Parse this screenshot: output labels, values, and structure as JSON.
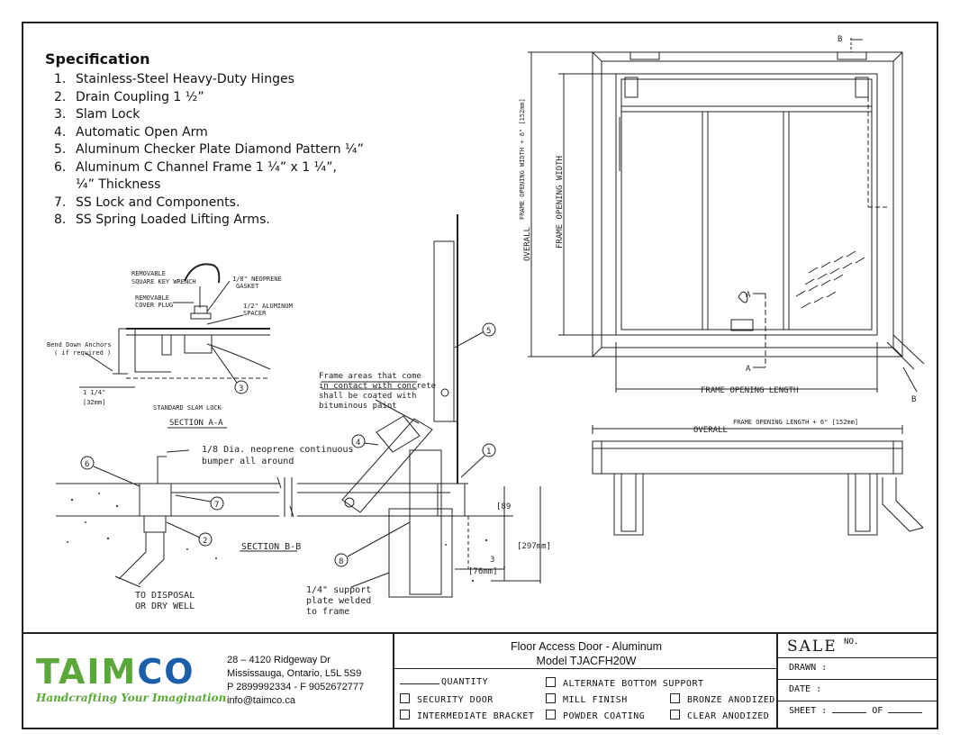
{
  "spec": {
    "heading": "Specification",
    "items": [
      {
        "num": "1.",
        "text": "Stainless-Steel Heavy-Duty Hinges"
      },
      {
        "num": "2.",
        "text": "Drain Coupling 1 ½”"
      },
      {
        "num": "3.",
        "text": "Slam Lock"
      },
      {
        "num": "4.",
        "text": "Automatic Open Arm"
      },
      {
        "num": "5.",
        "text": "Aluminum Checker Plate Diamond Pattern ¼”"
      },
      {
        "num": "6.",
        "text": "Aluminum C Channel Frame 1 ¼” x 1 ¼”, ¼” Thickness"
      },
      {
        "num": "7.",
        "text": "SS Lock and Components."
      },
      {
        "num": "8.",
        "text": "SS Spring Loaded Lifting Arms."
      }
    ]
  },
  "drawing_labels": {
    "removable_key": "REMOVABLE",
    "square_key": "SQUARE KEY WRENCH",
    "removable_cover": "REMOVABLE",
    "cover_plug": "COVER PLUG",
    "neoprene": "1/8\" NEOPRENE",
    "gasket": "GASKET",
    "aluminum": "1/2\" ALUMINUM",
    "spacer": "SPACER",
    "bend_down": "Bend Down Anchors",
    "if_required": "( if required )",
    "dim_114": "1 1/4\"",
    "dim_32": "[32mm]",
    "standard_slam": "STANDARD SLAM LOCK",
    "section_aa": "SECTION A-A",
    "frame_areas_1": "Frame areas that come",
    "frame_areas_2": "in contact with concrete",
    "frame_areas_3": "shall be coated with",
    "frame_areas_4": "bituminous paint",
    "bumper_1": "1/8 Dia. neoprene continuous",
    "bumper_2": "bumper all around",
    "section_bb": "SECTION B-B",
    "to_disposal": "TO DISPOSAL",
    "dry_well": "OR DRY WELL",
    "support_1": "1/4\" support",
    "support_2": "plate welded",
    "support_3": "to frame",
    "dim_89": "[89",
    "dim_297": "[297mm]",
    "dim_3": "3",
    "dim_76": "[76mm]",
    "overall_width": "OVERALL",
    "frame_opening_width_6": "FRAME OPENING WIDTH + 6\" [152mm]",
    "frame_opening_width": "FRAME OPENING WIDTH",
    "frame_opening_length": "FRAME OPENING LENGTH",
    "overall_len": "OVERALL",
    "frame_opening_length_6": "FRAME OPENING LENGTH + 6\" [152mm]",
    "callout_a_top": "A",
    "callout_a_bottom": "A",
    "callout_b_top": "B",
    "callout_b_bottom": "B",
    "n1": "1",
    "n2": "2",
    "n3": "3",
    "n4": "4",
    "n5": "5",
    "n6": "6",
    "n7": "7",
    "n8": "8"
  },
  "titleblock": {
    "logo_word": "TAIMCO",
    "tagline": "Handcrafting Your Imagination",
    "address": [
      "28 – 4120 Ridgeway Dr",
      "Mississauga, Ontario, L5L 5S9",
      "P 2899992334 - F 9052672777",
      "info@taimco.ca"
    ],
    "title_line1": "Floor Access Door - Aluminum",
    "title_line2": "Model TJACFH20W",
    "quantity": "QUANTITY",
    "options": {
      "security_door": "SECURITY DOOR",
      "intermediate_bracket": "INTERMEDIATE BRACKET",
      "alternate_bottom": "ALTERNATE BOTTOM SUPPORT",
      "mill_finish": "MILL FINISH",
      "powder_coating": "POWDER COATING",
      "bronze_anodized": "BRONZE ANODIZED",
      "clear_anodized": "CLEAR ANODIZED"
    },
    "sale": "SALE",
    "sale_no": "NO.",
    "drawn": "DRAWN :",
    "date": "DATE :",
    "sheet": "SHEET :",
    "of": "OF"
  },
  "colors": {
    "logo_blue": "#1b5eaa",
    "logo_green": "#5aa83a"
  }
}
